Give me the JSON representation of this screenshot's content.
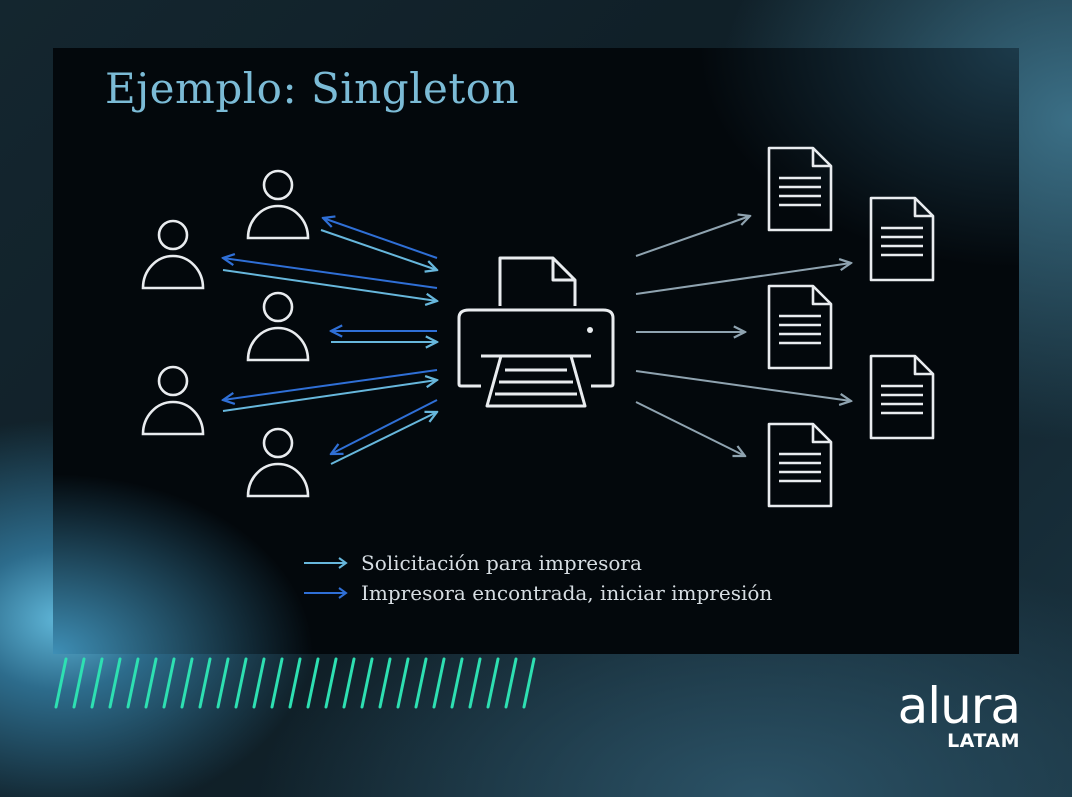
{
  "slide": {
    "title": "Ejemplo: Singleton"
  },
  "legend": {
    "request_label": "Solicitación para impresora",
    "found_label": "Impresora encontrada, iniciar impresión"
  },
  "colors": {
    "request_arrow": "#67b7dc",
    "found_arrow": "#2f6fd6",
    "output_arrow": "#8fa3b0",
    "icon_stroke": "#e9ecef",
    "title": "#7bbbd6",
    "stripe": "#2ee0b2"
  },
  "icons": {
    "users": "user-icon",
    "printer": "printer-icon",
    "documents": "document-icon"
  },
  "logo": {
    "brand": "alura",
    "sub": "LATAM"
  }
}
